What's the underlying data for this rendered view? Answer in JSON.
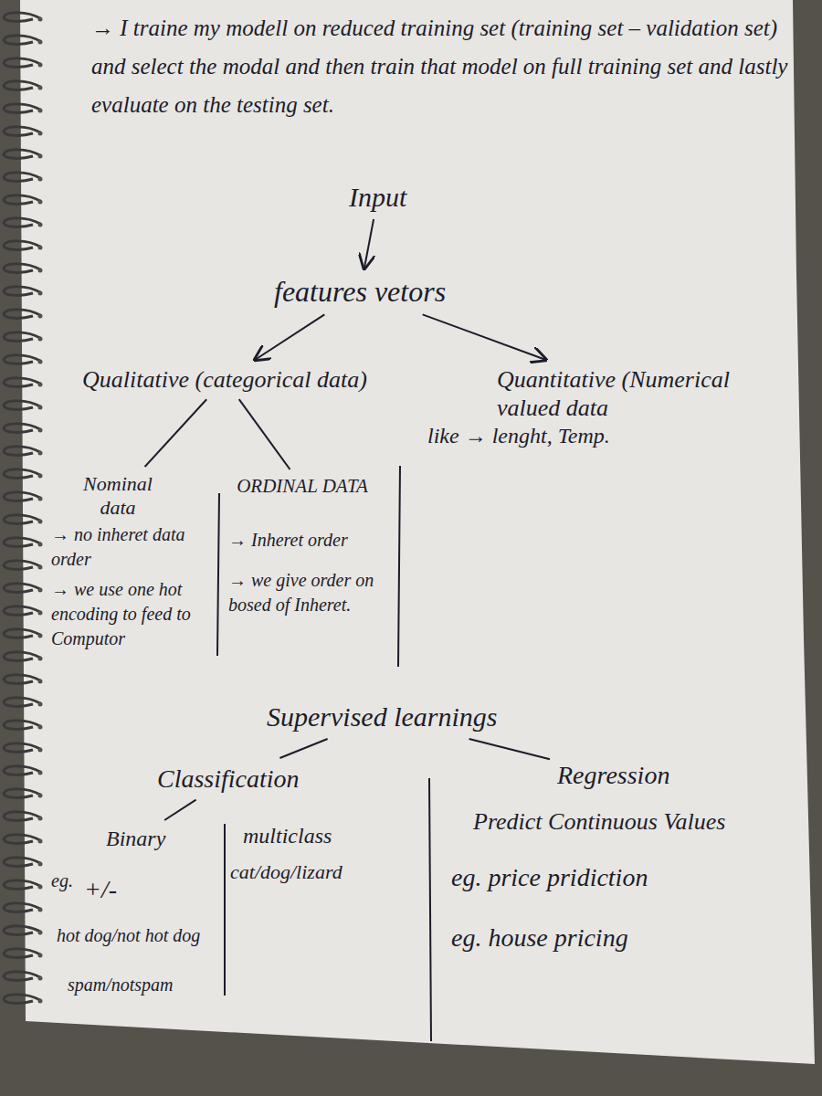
{
  "diagram": {
    "nodes": [
      {
        "text": [
          "Input"
        ]
      },
      {
        "text": [
          "features vetors"
        ]
      },
      {
        "text": [
          "Qualitative (categorical data)"
        ]
      },
      {
        "text": [
          "Quantitative (Numerical valued data"
        ]
      },
      {
        "text": [
          "Nominal data"
        ]
      },
      {
        "text": [
          "ORDINAL DATA"
        ]
      },
      {
        "text": [
          "Supervised learnings"
        ]
      },
      {
        "text": [
          "Classification"
        ]
      },
      {
        "text": [
          "Regression"
        ]
      },
      {
        "text": [
          "Binary"
        ]
      }
    ],
    "edges": [
      {
        "from": 0,
        "to": 1,
        "arrow": "to"
      },
      {
        "from": 1,
        "to": 2,
        "arrow": "to"
      },
      {
        "from": 1,
        "to": 3,
        "arrow": "to"
      },
      {
        "from": 2,
        "to": 4,
        "arrow": "none"
      },
      {
        "from": 2,
        "to": 5,
        "arrow": "none"
      },
      {
        "from": 6,
        "to": 7,
        "arrow": "none"
      },
      {
        "from": 6,
        "to": 8,
        "arrow": "none"
      },
      {
        "from": 7,
        "to": 9,
        "arrow": "none"
      }
    ],
    "labels": [
      "→ I traine my modell on reduced training set (training set – validation set) and select the modal and then train that model on full training set and lastly evaluate on the testing set.",
      "like → lenght, Temp.",
      "→ no inheret data order",
      "→ we use one hot encoding to feed to Computor",
      "→ Inheret order",
      "→ we give order on bosed of Inheret.",
      "multiclass",
      "cat/dog/lizard",
      "eg.",
      "+/-",
      "hot dog/not hot dog",
      "spam/notspam",
      "Predict Continuous Values",
      "eg. price pridiction",
      "eg. house pricing"
    ]
  }
}
